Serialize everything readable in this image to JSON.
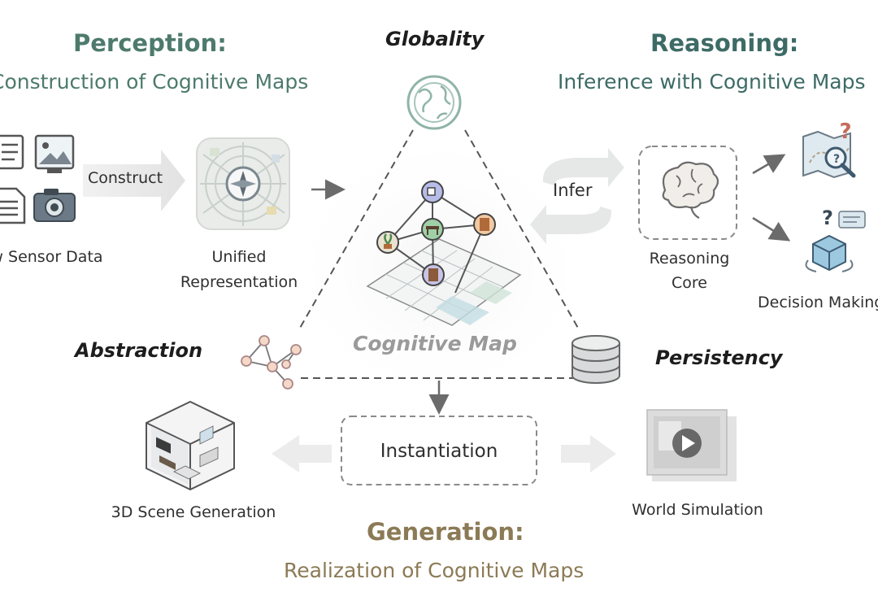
{
  "colors": {
    "perception": "#4d7a6c",
    "reasoning": "#3d6b66",
    "generation": "#8b7a55",
    "muted_text": "#6b7280",
    "edge": "#6b6b6b"
  },
  "perception": {
    "title": "Perception:",
    "subtitle": "Construction of Cognitive Maps",
    "construct_label": "Construct",
    "sensor_label": "Raw Sensor Data",
    "unified_label_line1": "Unified",
    "unified_label_line2": "Representation"
  },
  "reasoning": {
    "title": "Reasoning:",
    "subtitle": "Inference with Cognitive Maps",
    "infer_label": "Infer",
    "core_label_line1": "Reasoning",
    "core_label_line2": "Core",
    "decision_label": "Decision Making"
  },
  "center": {
    "label": "Cognitive Map",
    "globality": "Globality",
    "abstraction": "Abstraction",
    "persistency": "Persistency"
  },
  "generation": {
    "title": "Generation:",
    "subtitle": "Realization of Cognitive Maps",
    "instantiation_label": "Instantiation",
    "scene_label": "3D Scene Generation",
    "simulation_label": "World Simulation"
  },
  "icons": {
    "document": "document-icon",
    "image": "image-icon",
    "camera": "camera-icon",
    "globe": "globe-icon",
    "graph": "graph-icon",
    "database": "database-icon",
    "brain": "brain-icon",
    "map_search": "map-search-icon",
    "cube_decision": "cube-decision-icon",
    "room": "room-icon",
    "video_play": "video-play-icon"
  }
}
